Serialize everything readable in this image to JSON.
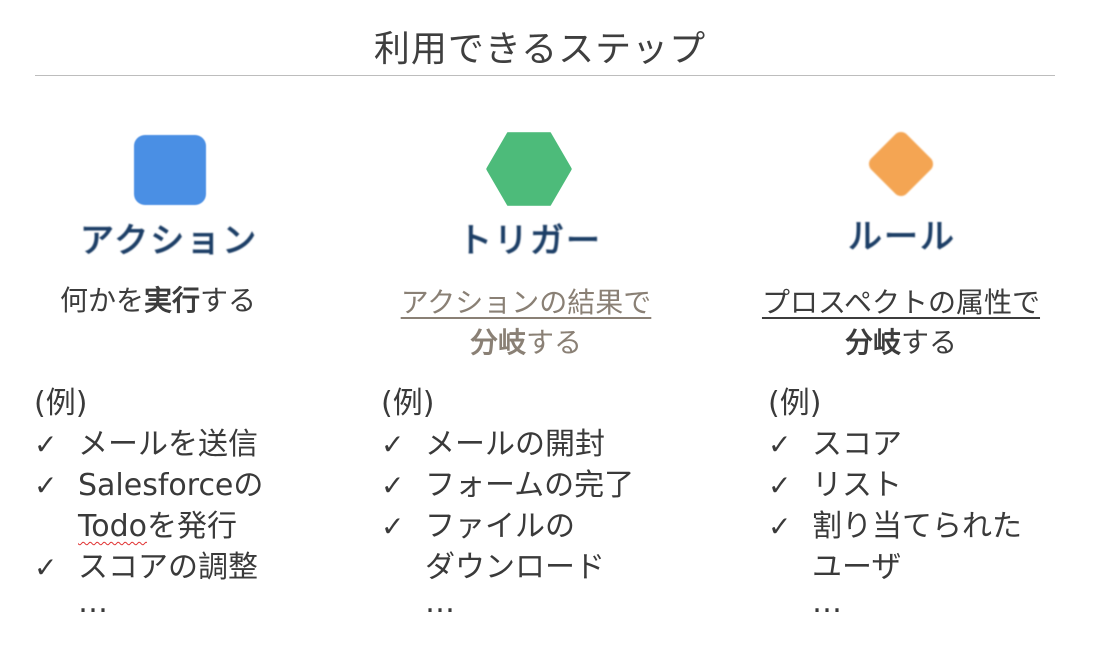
{
  "title": "利用できるステップ",
  "columns": [
    {
      "shape": "rounded-square",
      "color": "#4a8fe4",
      "name": "アクション",
      "desc_plain1": "何かを",
      "desc_bold": "実行",
      "desc_plain2": "する",
      "example_label": "(例)",
      "items": [
        "メールを送信",
        "Salesforceの",
        "Todoを発行",
        "スコアの調整"
      ],
      "more": "…"
    },
    {
      "shape": "hexagon",
      "color": "#4dbb7a",
      "name": "トリガー",
      "desc_line1": "アクションの結果で",
      "desc_bold": "分岐",
      "desc_plain2": "する",
      "example_label": "(例)",
      "items": [
        "メールの開封",
        "フォームの完了",
        "ファイルの",
        "ダウンロード"
      ],
      "more": "…"
    },
    {
      "shape": "diamond",
      "color": "#f4a553",
      "name": "ルール",
      "desc_line1": "プロスペクトの属性で",
      "desc_bold": "分岐",
      "desc_plain2": "する",
      "example_label": "(例)",
      "items": [
        "スコア",
        "リスト",
        "割り当てられた",
        "ユーザ"
      ],
      "more": "…"
    }
  ],
  "check_glyph": "✓",
  "todo_word": "Todo",
  "todo_rest": "を発行"
}
